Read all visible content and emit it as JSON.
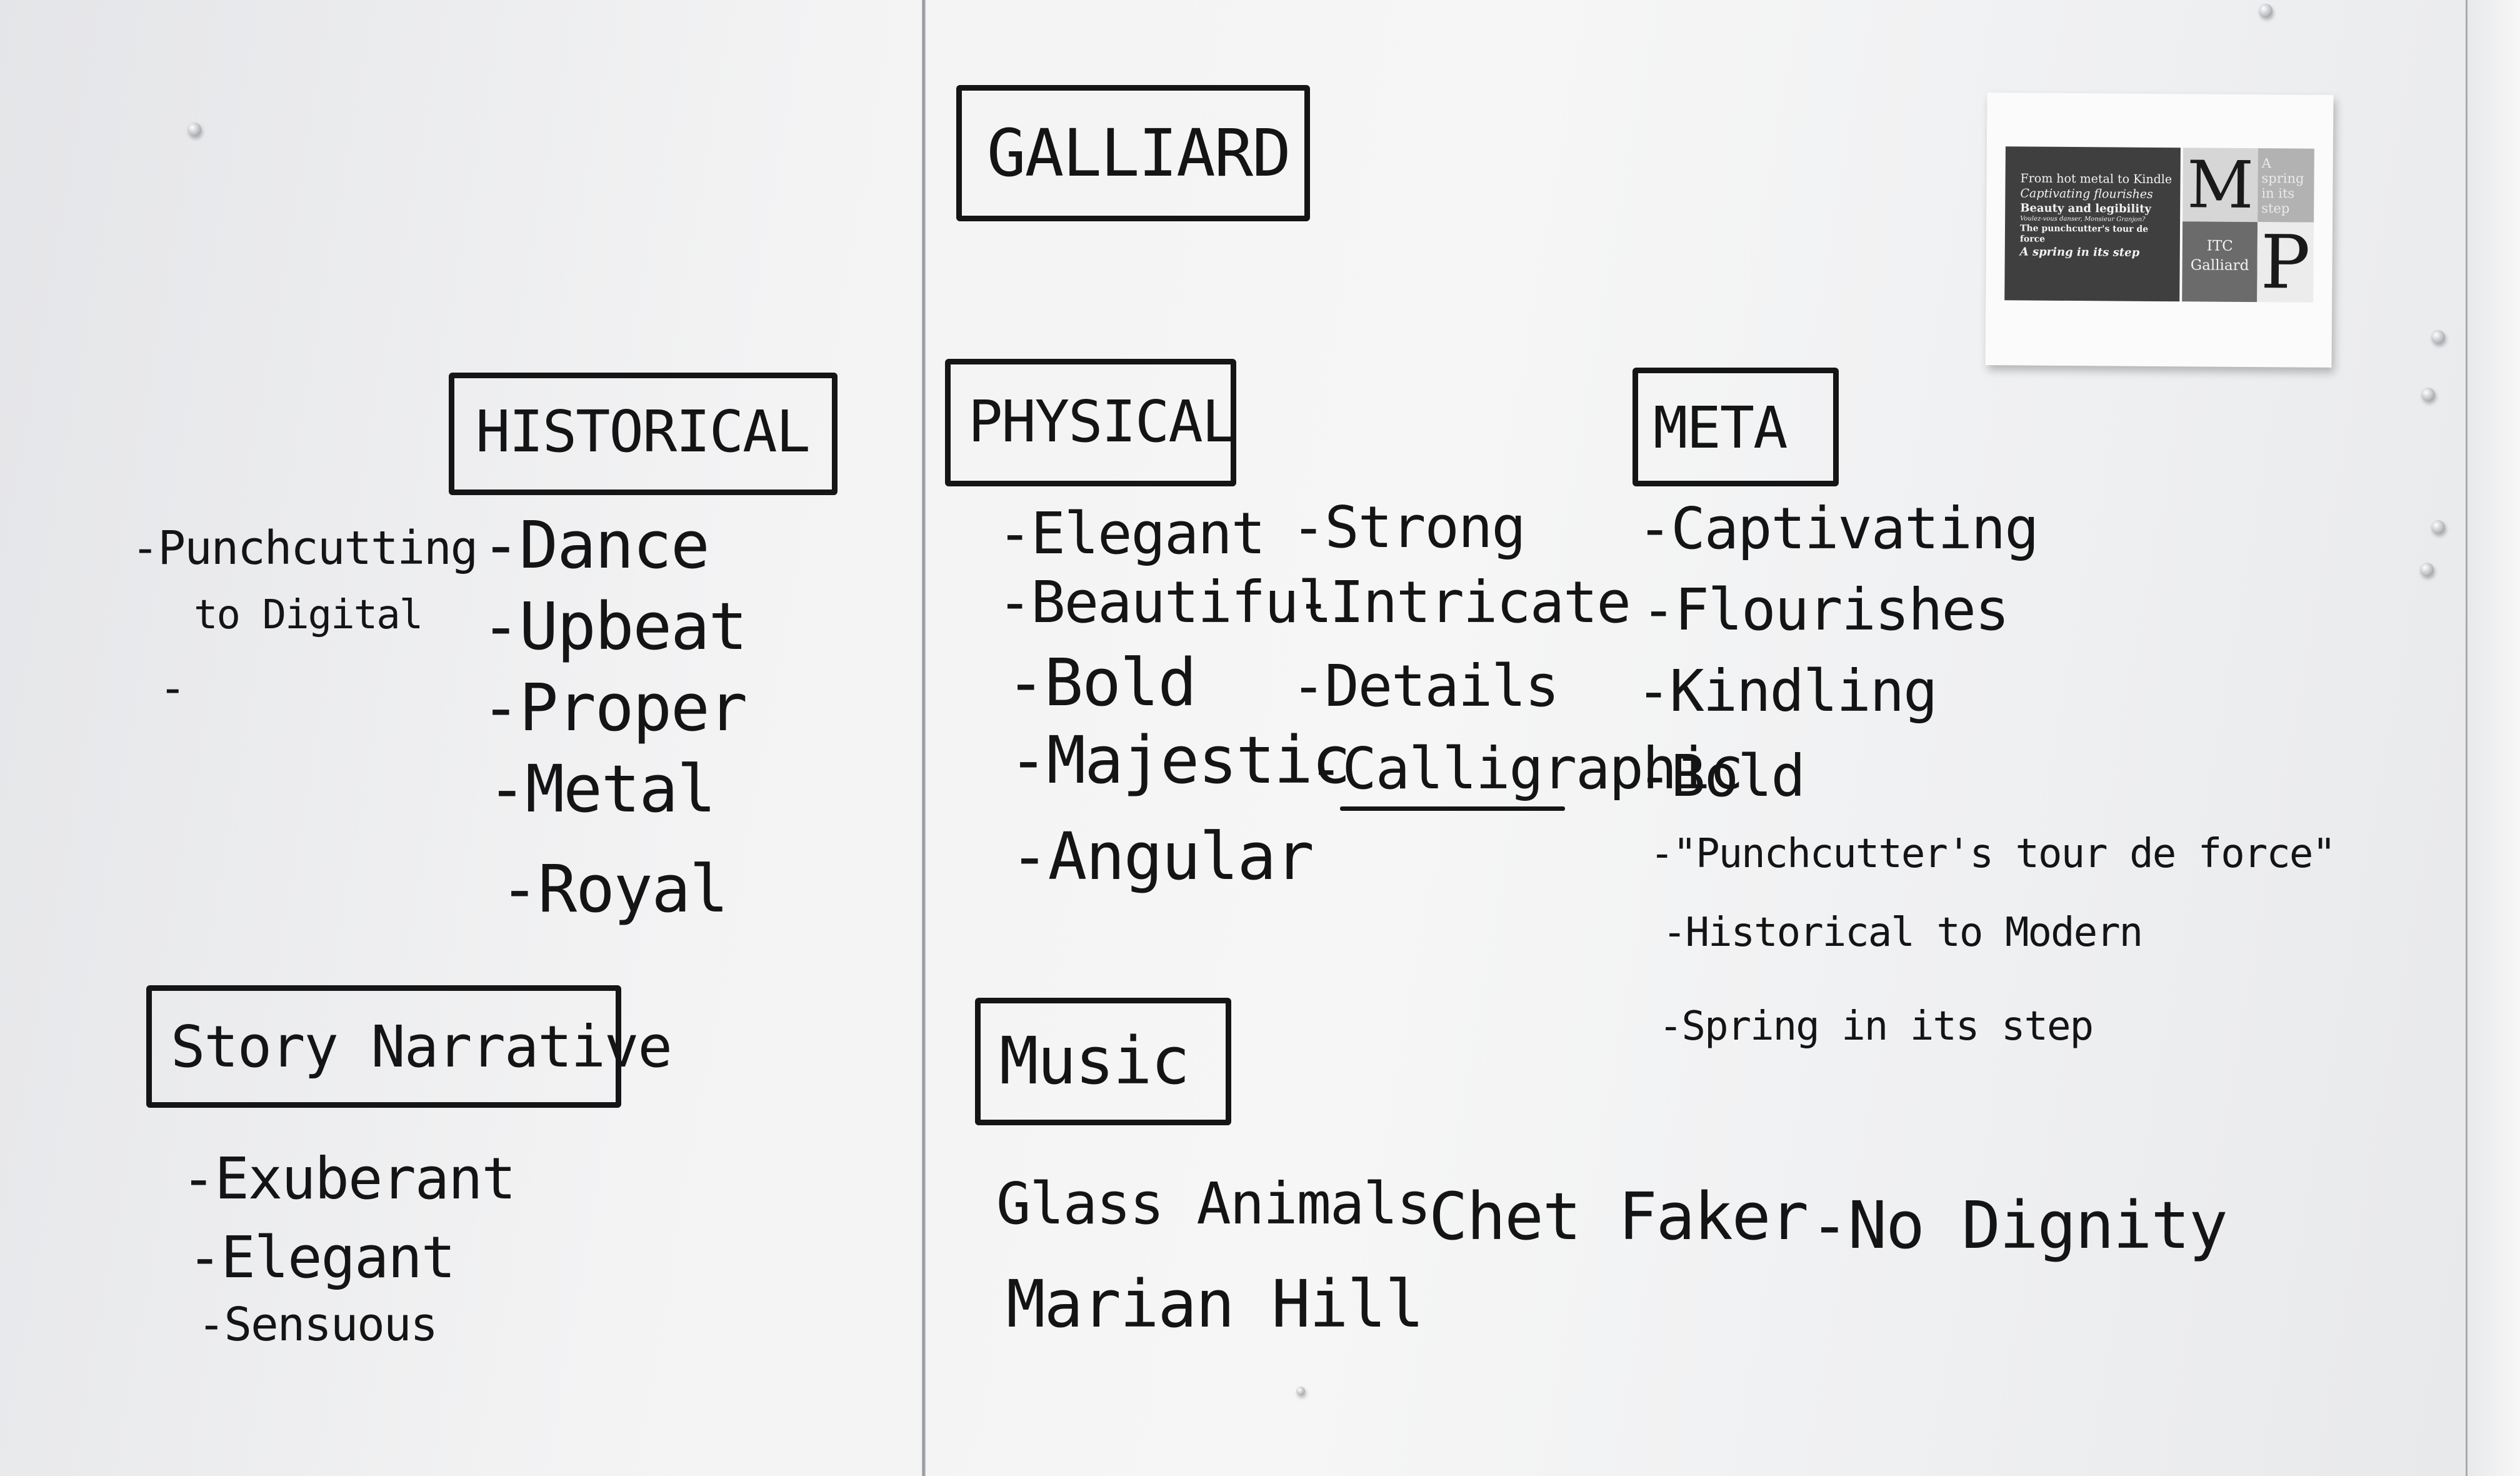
{
  "title": "GALLIARD",
  "historical": {
    "heading": "HISTORICAL",
    "items": [
      "-Dance",
      "-Upbeat",
      "-Proper",
      "-Metal",
      "-Royal"
    ]
  },
  "side_note": {
    "line1": "-Punchcutting",
    "line2": "to Digital",
    "dash": "-"
  },
  "story": {
    "heading": "Story Narrative",
    "items": [
      "-Exuberant",
      "-Elegant",
      "-Sensuous"
    ]
  },
  "physical": {
    "heading": "PHYSICAL",
    "col1": [
      "-Elegant",
      "-Beautiful",
      "-Bold",
      "-Majestic",
      "-Angular"
    ],
    "col2": [
      "-Strong",
      "-Intricate",
      "-Details",
      "-Calligraphic"
    ]
  },
  "meta": {
    "heading": "META",
    "items": [
      "-Captivating",
      "-Flourishes",
      "-Kindling",
      "-Bold",
      "-\"Punchcutter's tour de force\"",
      "-Historical to Modern",
      "-Spring in its step"
    ]
  },
  "music": {
    "heading": "Music",
    "artists": [
      "Glass Animals",
      "Chet Faker",
      "-No Dignity",
      "Marian Hill"
    ]
  },
  "poster": {
    "lines": [
      "From hot metal to Kindle",
      "Captivating flourishes",
      "Beauty and legibility",
      "Voulez-vous danser, Monsieur Granjon?",
      "The punchcutter's tour de force",
      "A spring in its step"
    ],
    "big_m": "M",
    "spring": "A spring in its step",
    "itc": "ITC",
    "galliard": "Galliard",
    "big_p": "P"
  }
}
